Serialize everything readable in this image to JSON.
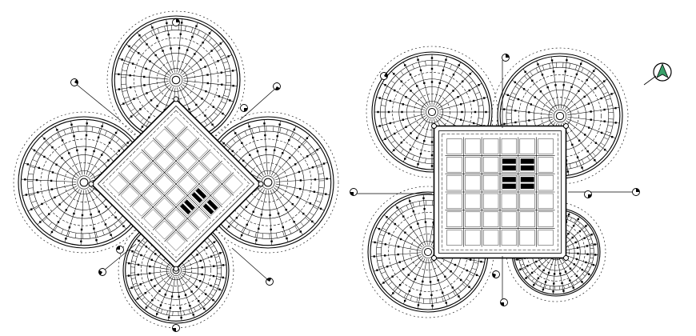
{
  "drawing": {
    "line_color": "#000000",
    "background": "#ffffff",
    "compass_color": "#3aa06a"
  },
  "plans": [
    {
      "id": "plan-rotated",
      "orientation": "diagonal",
      "lobes": 4
    },
    {
      "id": "plan-orthogonal",
      "orientation": "orthogonal",
      "lobes": 4
    }
  ],
  "icons": [
    "section-marker-icon",
    "north-arrow-icon"
  ]
}
